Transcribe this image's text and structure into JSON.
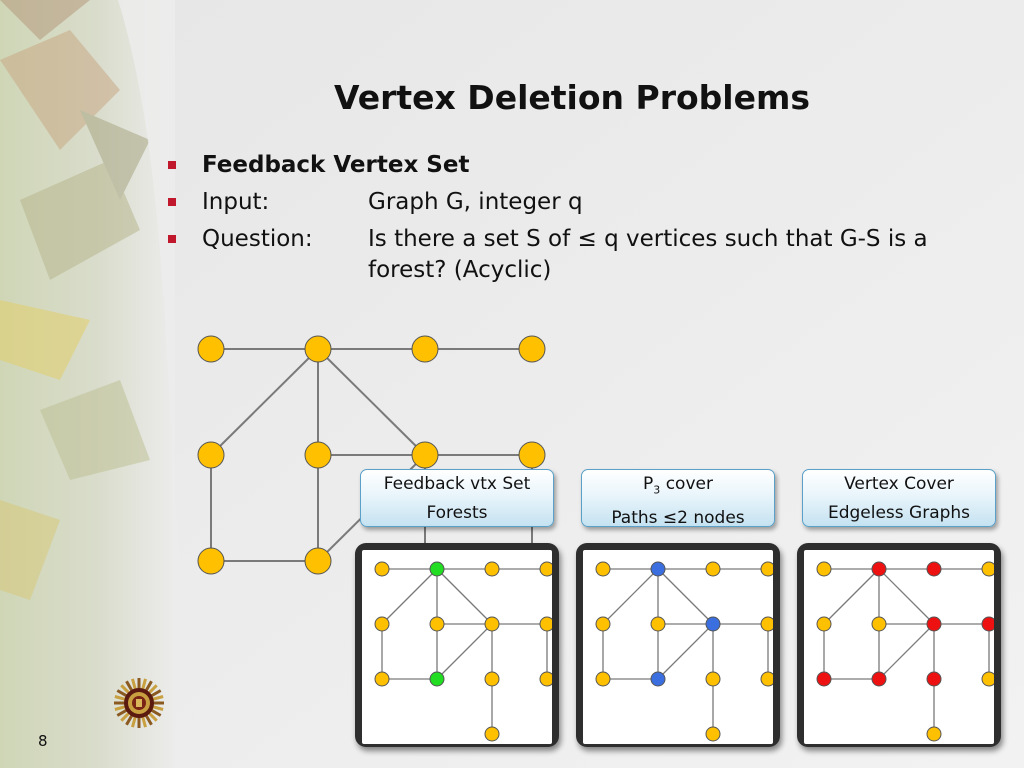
{
  "slide": {
    "title": "Vertex Deletion Problems",
    "page_number": "8"
  },
  "bullets": [
    {
      "label": "Feedback Vertex Set",
      "value": "",
      "bold": true
    },
    {
      "label": "Input:",
      "value": "Graph G, integer q"
    },
    {
      "label": "Question:",
      "value": "Is there a set S of ≤ q vertices such that G-S is a forest? (Acyclic)"
    }
  ],
  "callouts": [
    {
      "line1": "Feedback vtx Set",
      "line2": "Forests"
    },
    {
      "line1_prefix": "P",
      "line1_sub": "3",
      "line1_suffix": " cover",
      "line2": "Paths ≤2 nodes"
    },
    {
      "line1": "Vertex Cover",
      "line2": "Edgeless Graphs"
    }
  ],
  "colors": {
    "node_default": "#ffc000",
    "node_green": "#22dd22",
    "node_blue": "#3b6fe0",
    "node_red": "#ee1111",
    "bullet_marker": "#c0172c",
    "edge": "#7a7a7a"
  },
  "graph": {
    "description_nodes": [
      "r0c0",
      "r0c1",
      "r0c2",
      "r0c3",
      "r1c0",
      "r1c1",
      "r1c2",
      "r1c3",
      "r2c0",
      "r2c1",
      "r2c2",
      "r2c3",
      "r3c2"
    ],
    "edges": [
      [
        "r0c0",
        "r0c1"
      ],
      [
        "r0c1",
        "r0c2"
      ],
      [
        "r0c2",
        "r0c3"
      ],
      [
        "r0c1",
        "r1c0"
      ],
      [
        "r0c1",
        "r1c1"
      ],
      [
        "r0c1",
        "r1c2"
      ],
      [
        "r1c0",
        "r2c0"
      ],
      [
        "r1c1",
        "r2c1"
      ],
      [
        "r1c1",
        "r1c2"
      ],
      [
        "r1c2",
        "r1c3"
      ],
      [
        "r1c2",
        "r2c1"
      ],
      [
        "r1c2",
        "r2c2"
      ],
      [
        "r1c3",
        "r2c3"
      ],
      [
        "r2c0",
        "r2c1"
      ],
      [
        "r2c2",
        "r3c2"
      ]
    ],
    "panels": [
      {
        "highlight": {
          "r0c1": "green",
          "r2c1": "green"
        }
      },
      {
        "highlight": {
          "r0c1": "blue",
          "r1c2": "blue",
          "r2c1": "blue"
        }
      },
      {
        "highlight": {
          "r0c1": "red",
          "r0c2": "red",
          "r1c2": "red",
          "r1c3": "red",
          "r2c0": "red",
          "r2c1": "red",
          "r2c2": "red"
        }
      }
    ]
  },
  "icons": {
    "seal": "university-seal-icon"
  }
}
